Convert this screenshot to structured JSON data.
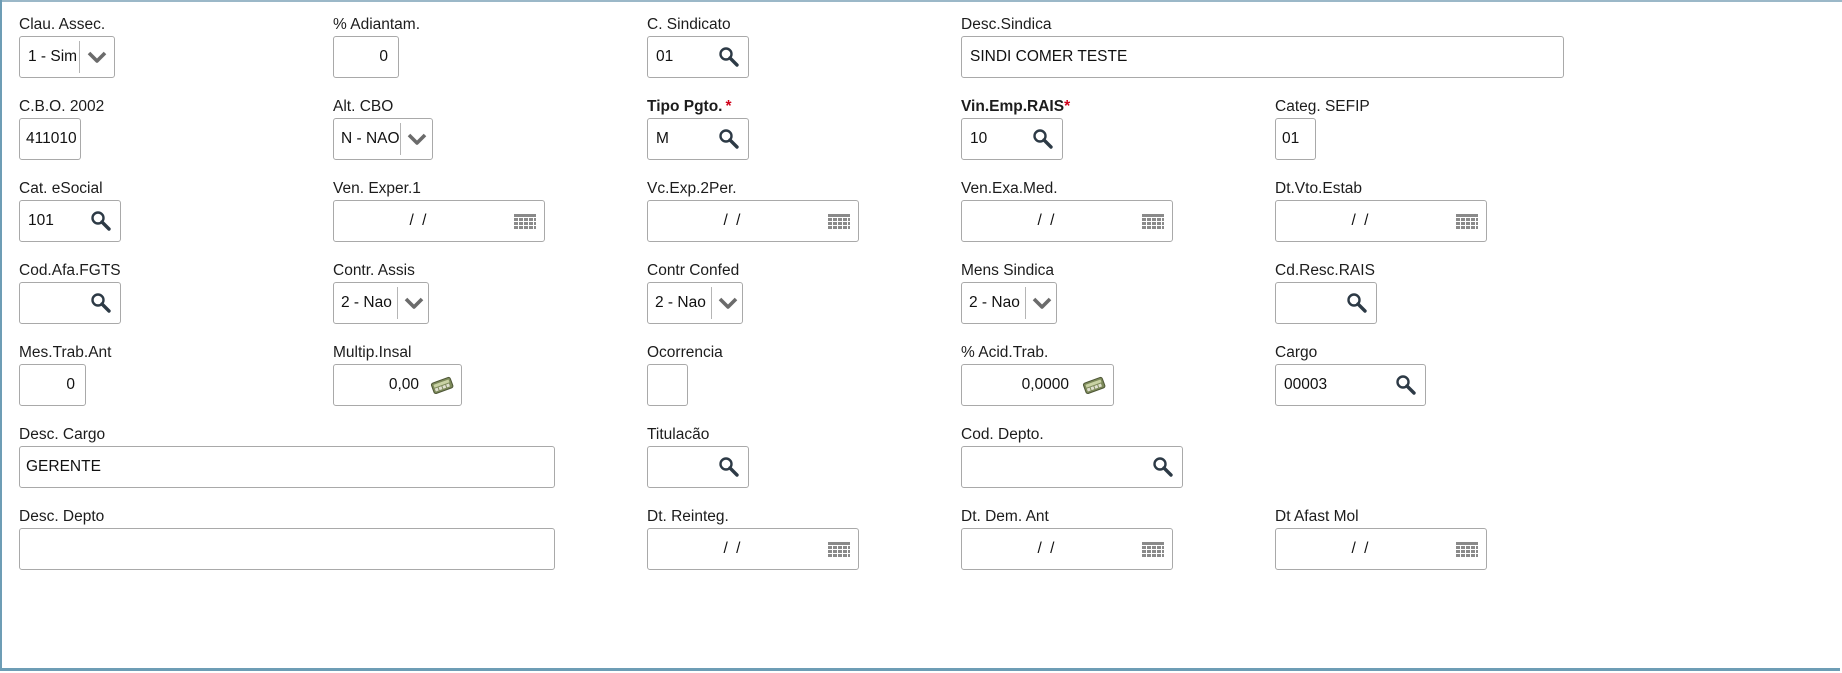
{
  "fields": {
    "clau_assec": {
      "label": "Clau. Assec.",
      "value": "1 - Sim"
    },
    "adiantam": {
      "label": "% Adiantam.",
      "value": "0"
    },
    "c_sindicato": {
      "label": "C. Sindicato",
      "value": "01"
    },
    "desc_sindica": {
      "label": "Desc.Sindica",
      "value": "SINDI COMER TESTE"
    },
    "cbo_2002": {
      "label": "C.B.O. 2002",
      "value": "411010"
    },
    "alt_cbo": {
      "label": "Alt. CBO",
      "value": "N - NAO"
    },
    "tipo_pgto": {
      "label": "Tipo Pgto.",
      "required_mark": "*",
      "value": "M"
    },
    "vin_emp_rais": {
      "label": "Vin.Emp.RAIS",
      "required_mark": "*",
      "value": "10"
    },
    "categ_sefip": {
      "label": "Categ. SEFIP",
      "value": "01"
    },
    "cat_esocial": {
      "label": "Cat. eSocial",
      "value": "101"
    },
    "ven_exper1": {
      "label": "Ven. Exper.1",
      "value": "/  /"
    },
    "vc_exp_2per": {
      "label": "Vc.Exp.2Per.",
      "value": "/  /"
    },
    "ven_exa_med": {
      "label": "Ven.Exa.Med.",
      "value": "/  /"
    },
    "dt_vto_estab": {
      "label": "Dt.Vto.Estab",
      "value": "/  /"
    },
    "cod_afa_fgts": {
      "label": "Cod.Afa.FGTS",
      "value": ""
    },
    "contr_assis": {
      "label": "Contr. Assis",
      "value": "2 - Nao"
    },
    "contr_confed": {
      "label": "Contr Confed",
      "value": "2 - Nao"
    },
    "mens_sindica": {
      "label": "Mens Sindica",
      "value": "2 - Nao"
    },
    "cd_resc_rais": {
      "label": "Cd.Resc.RAIS",
      "value": ""
    },
    "mes_trab_ant": {
      "label": "Mes.Trab.Ant",
      "value": "0"
    },
    "multip_insal": {
      "label": "Multip.Insal",
      "value": "0,00"
    },
    "ocorrencia": {
      "label": "Ocorrencia",
      "value": ""
    },
    "acid_trab": {
      "label": "% Acid.Trab.",
      "value": "0,0000"
    },
    "cargo": {
      "label": "Cargo",
      "value": "00003"
    },
    "desc_cargo": {
      "label": "Desc. Cargo",
      "value": "GERENTE"
    },
    "titulacao": {
      "label": "Titulacão",
      "value": ""
    },
    "cod_depto": {
      "label": "Cod. Depto.",
      "value": ""
    },
    "desc_depto": {
      "label": "Desc. Depto",
      "value": ""
    },
    "dt_reinteg": {
      "label": "Dt. Reinteg.",
      "value": "/  /"
    },
    "dt_dem_ant": {
      "label": "Dt. Dem. Ant",
      "value": "/  /"
    },
    "dt_afast_mol": {
      "label": "Dt Afast Mol",
      "value": "/  /"
    }
  },
  "icons": {
    "search": "magnifier-icon",
    "dropdown": "chevron-down-icon",
    "calendar": "calendar-grid-icon",
    "calculator": "calculator-icon"
  },
  "colors": {
    "required_star": "#d0021b",
    "frame_border": "#6d9db5",
    "input_border": "#a9a9a9"
  }
}
